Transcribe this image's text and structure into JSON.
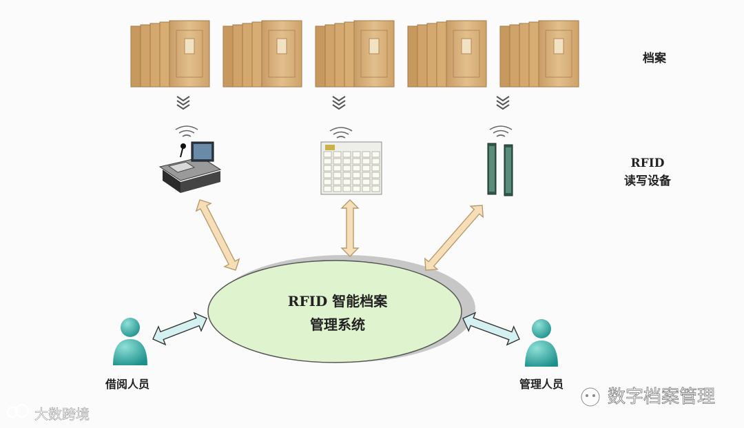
{
  "labels": {
    "archives": "档案",
    "rfid_line1": "RFID",
    "rfid_line2": "读写设备",
    "system_line1": "RFID 智能档案",
    "system_line2": "管理系统",
    "borrowers": "借阅人员",
    "managers": "管理人员"
  },
  "watermarks": {
    "left": "大数跨境",
    "right": "数字档案管理"
  },
  "colors": {
    "ellipse_fill": "#dff3cf",
    "arrow_fill": "#f6dfb8",
    "arrow_stroke": "#b89a6a",
    "side_arrow_fill": "#d4f0f0",
    "person": "#2aa6a2",
    "box": "#d9b27c"
  },
  "icons": [
    "archive-box-icon",
    "wireless-signal-icon",
    "rfid-workstation-icon",
    "rfid-shelf-icon",
    "rfid-gate-icon",
    "person-icon",
    "wechat-icon"
  ]
}
